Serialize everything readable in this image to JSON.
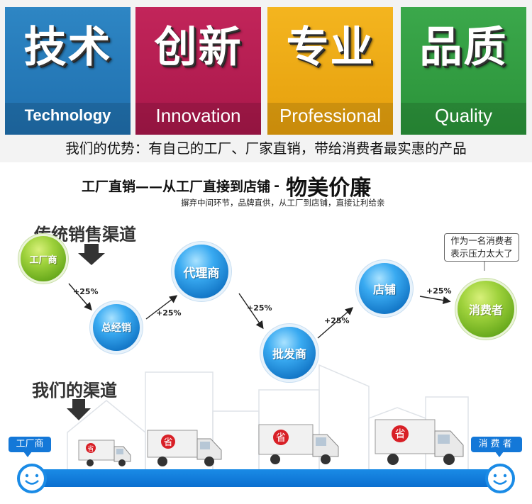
{
  "tiles": [
    {
      "cn": "技术",
      "en": "Technology"
    },
    {
      "cn": "创新",
      "en": "Innovation"
    },
    {
      "cn": "专业",
      "en": "Professional"
    },
    {
      "cn": "品质",
      "en": "Quality"
    }
  ],
  "advantage": "我们的优势：有自己的工厂、厂家直销，带给消费者最实惠的产品",
  "slogan": {
    "main": "工厂直销——从工厂直接到店铺",
    "dash": "-",
    "big": "物美价廉",
    "sub": "摒弃中间环节，品牌直供，从工厂到店铺，直接让利给亲"
  },
  "traditional": {
    "title": "传统销售渠道",
    "nodes": [
      "工厂商",
      "总经销",
      "代理商",
      "批发商",
      "店铺",
      "消费者"
    ],
    "markups": [
      "+25%",
      "+25%",
      "+25%",
      "+25%",
      "+25%"
    ],
    "bubble_line1": "作为一名消费者",
    "bubble_line2": "表示压力太大了"
  },
  "ours": {
    "title": "我们的渠道",
    "start": "工厂商",
    "end": "消费者",
    "truck_badge": "省"
  },
  "colors": {
    "tech": "#2e86c4",
    "innovation": "#c2255a",
    "professional": "#f4b51f",
    "quality": "#3ba84b",
    "channel_blue": "#1a8be6"
  }
}
